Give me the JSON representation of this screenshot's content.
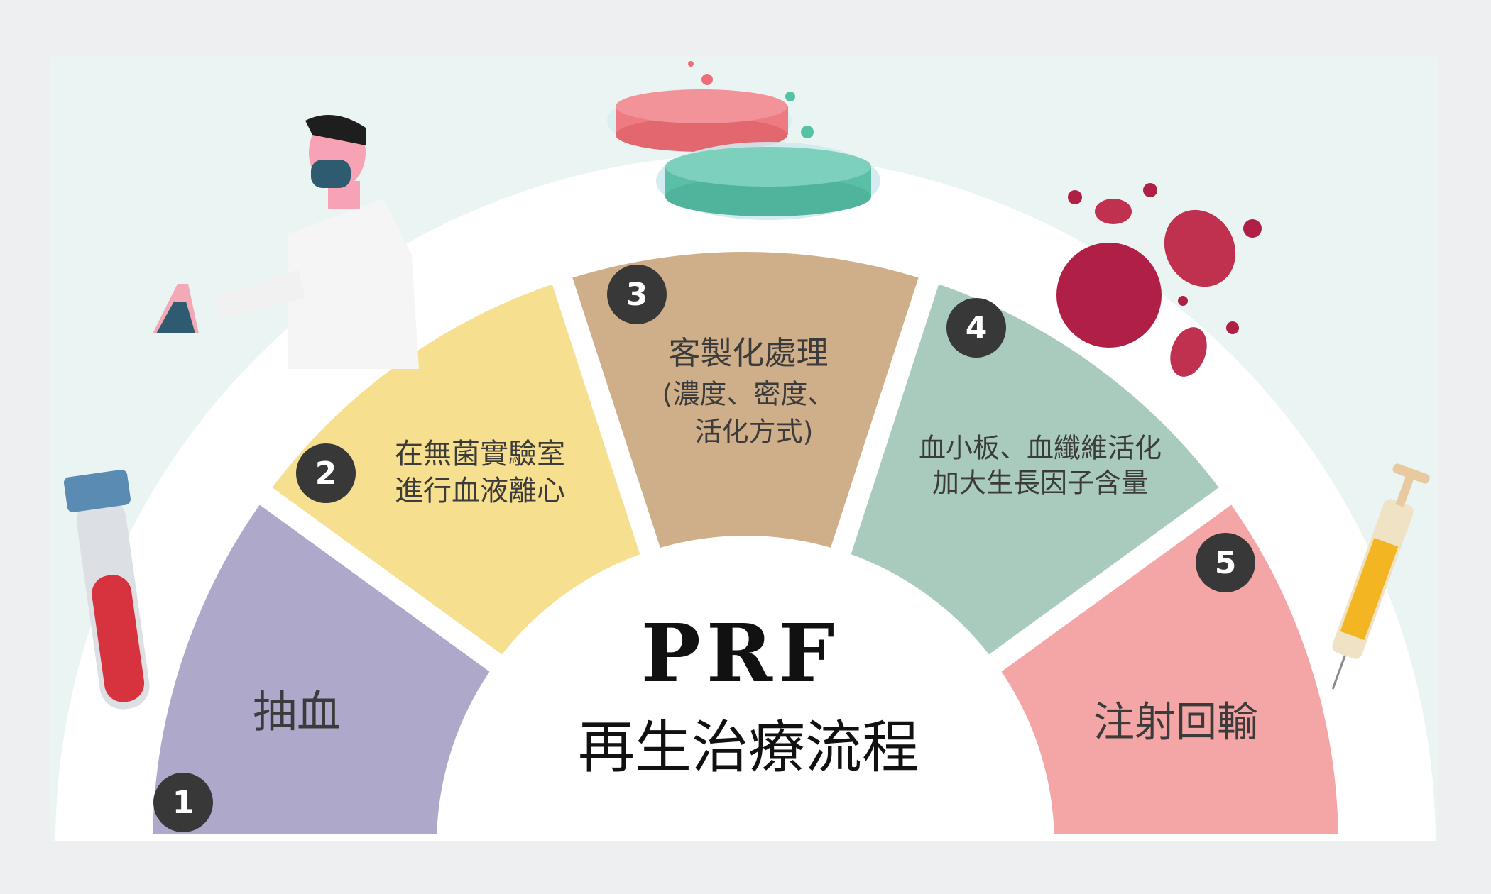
{
  "title": {
    "main": "PRF",
    "sub": "再生治療流程"
  },
  "steps": [
    {
      "number": "1",
      "lines": [
        "抽血"
      ],
      "color": "#aea8cb"
    },
    {
      "number": "2",
      "lines": [
        "在無菌實驗室",
        "進行血液離心"
      ],
      "color": "#f6df8e"
    },
    {
      "number": "3",
      "lines": [
        "客製化處理",
        "(濃度、密度、",
        "活化方式)"
      ],
      "color": "#cfae8a"
    },
    {
      "number": "4",
      "lines": [
        "血小板、血纖維活化",
        "加大生長因子含量"
      ],
      "color": "#a9cbbd"
    },
    {
      "number": "5",
      "lines": [
        "注射回輸"
      ],
      "color": "#f4a5a5"
    }
  ],
  "icons": [
    "scientist-icon",
    "petri-dish-icon",
    "blood-cells-icon",
    "blood-tube-icon",
    "syringe-icon"
  ]
}
